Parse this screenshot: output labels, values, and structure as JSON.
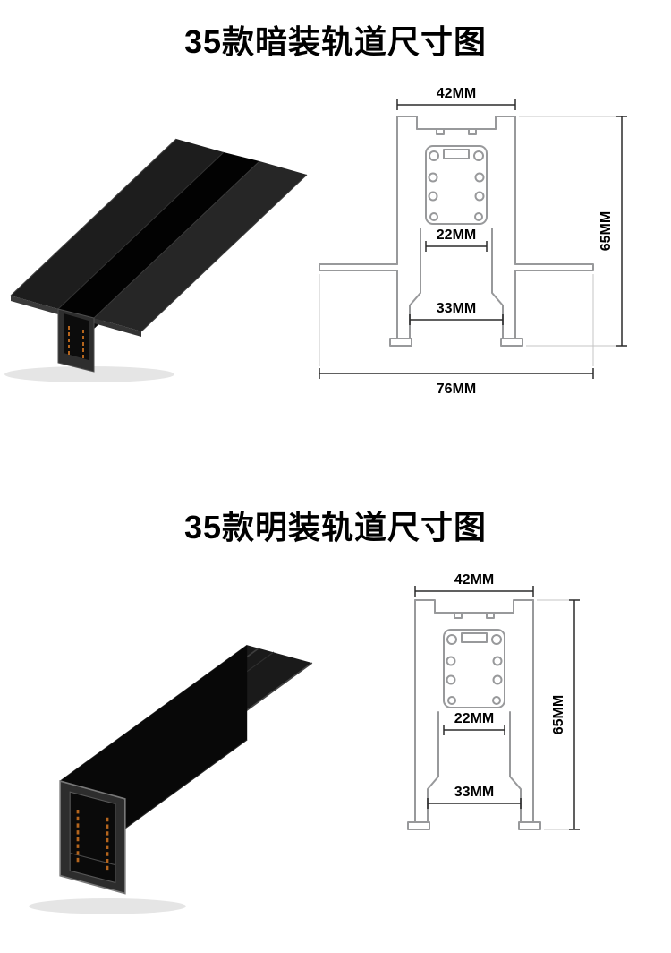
{
  "page": {
    "background": "#ffffff"
  },
  "colors": {
    "track_black": "#111111",
    "profile_line_gray": "#98999b",
    "dimension_line": "#2b2b2b",
    "conductor_copper": "#b5651d",
    "text": "#000000"
  },
  "sections": [
    {
      "id": "recessed",
      "title": "35款暗装轨道尺寸图",
      "dimensions": {
        "top_width": "42MM",
        "inner_width": "22MM",
        "bottom_opening": "33MM",
        "overall_width": "76MM",
        "height": "65MM"
      }
    },
    {
      "id": "surface",
      "title": "35款明装轨道尺寸图",
      "dimensions": {
        "top_width": "42MM",
        "inner_width": "22MM",
        "bottom_opening": "33MM",
        "height": "65MM"
      }
    }
  ]
}
